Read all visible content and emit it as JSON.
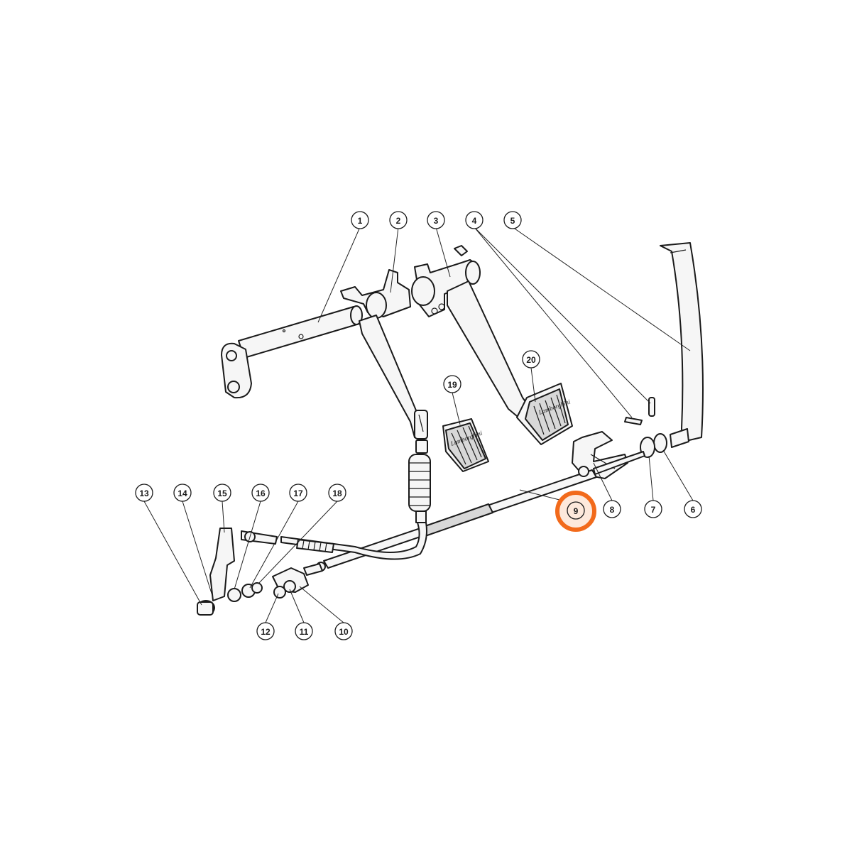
{
  "callouts": [
    {
      "id": "1",
      "label": "1"
    },
    {
      "id": "2",
      "label": "2"
    },
    {
      "id": "3",
      "label": "3"
    },
    {
      "id": "4",
      "label": "4"
    },
    {
      "id": "5",
      "label": "5"
    },
    {
      "id": "6",
      "label": "6"
    },
    {
      "id": "7",
      "label": "7"
    },
    {
      "id": "8",
      "label": "8"
    },
    {
      "id": "9",
      "label": "9"
    },
    {
      "id": "10",
      "label": "10"
    },
    {
      "id": "11",
      "label": "11"
    },
    {
      "id": "12",
      "label": "12"
    },
    {
      "id": "13",
      "label": "13"
    },
    {
      "id": "14",
      "label": "14"
    },
    {
      "id": "15",
      "label": "15"
    },
    {
      "id": "16",
      "label": "16"
    },
    {
      "id": "17",
      "label": "17"
    },
    {
      "id": "18",
      "label": "18"
    },
    {
      "id": "19",
      "label": "19"
    },
    {
      "id": "20",
      "label": "20"
    }
  ],
  "highlighted_callout": "9",
  "highlight_color": "#f26a1b",
  "pedal_pad_text": "Lamborghini"
}
